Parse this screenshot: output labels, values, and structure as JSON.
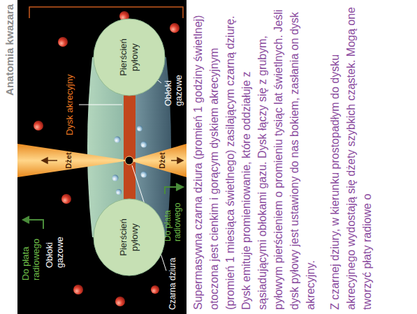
{
  "diagram": {
    "title": "Anatomia kwazara",
    "nodes": [
      {
        "text": [
          "Pierścień pyłowy"
        ]
      },
      {
        "text": [
          "Pierścień pyłowy"
        ]
      }
    ],
    "labels": [
      "Dysk akrecyjny",
      "Obłoki gazowe",
      "Dżet",
      "Dżet",
      "Do płata radiowego",
      "Obłoki gazowe",
      "Czarna dziura",
      "Do płata radiowego",
      "Supermasywna czarna dziura (promień 1 godziny świetlnej) otoczona jest cienkim i gorącym dyskiem akrecyjnym (promień 1 miesiąca świetlnego) zasilającym czarną dziurę. Dysk emituje promieniowanie, które oddziałuje z sąsiadującymi obłokami gazu. Dysk łączy się z grubym, pyłowym pierścieniem o promieniu tysiąc lat świetlnych. Jeśli dysk pyłowy jest ustawiony do nas bokiem, zasłania on dysk akrecyjny.",
      "Z czarnej dziury, w kierunku prostopadłym do dysku akrecyjnego wydostają się dżety szybkich cząstek. Mogą one tworzyć płaty radiowe o"
    ]
  }
}
